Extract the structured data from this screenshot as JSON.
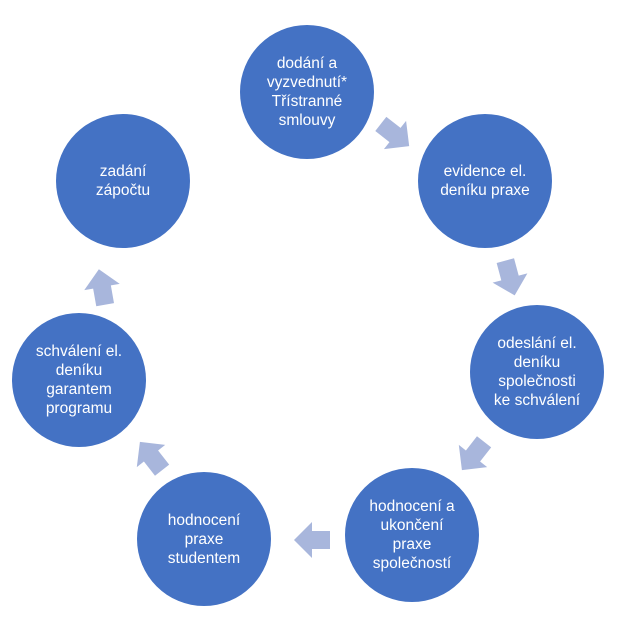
{
  "diagram": {
    "steps": [
      {
        "label": "dodání a\nvyzvednutí*\nTřístranné\nsmlouvy"
      },
      {
        "label": "evidence el.\ndeníku praxe"
      },
      {
        "label": "odeslání el.\ndeníku\nspolečnosti\nke schválení"
      },
      {
        "label": "hodnocení a\nukončení\npraxe\nspolečností"
      },
      {
        "label": "hodnocení\npraxe\nstudentem"
      },
      {
        "label": "schválení el.\ndeníku\ngarantem\nprogramu"
      },
      {
        "label": "zadání\nzápočtu"
      }
    ],
    "colors": {
      "node": "#4472c4",
      "arrow": "#a8b6dc",
      "text": "#ffffff"
    }
  }
}
